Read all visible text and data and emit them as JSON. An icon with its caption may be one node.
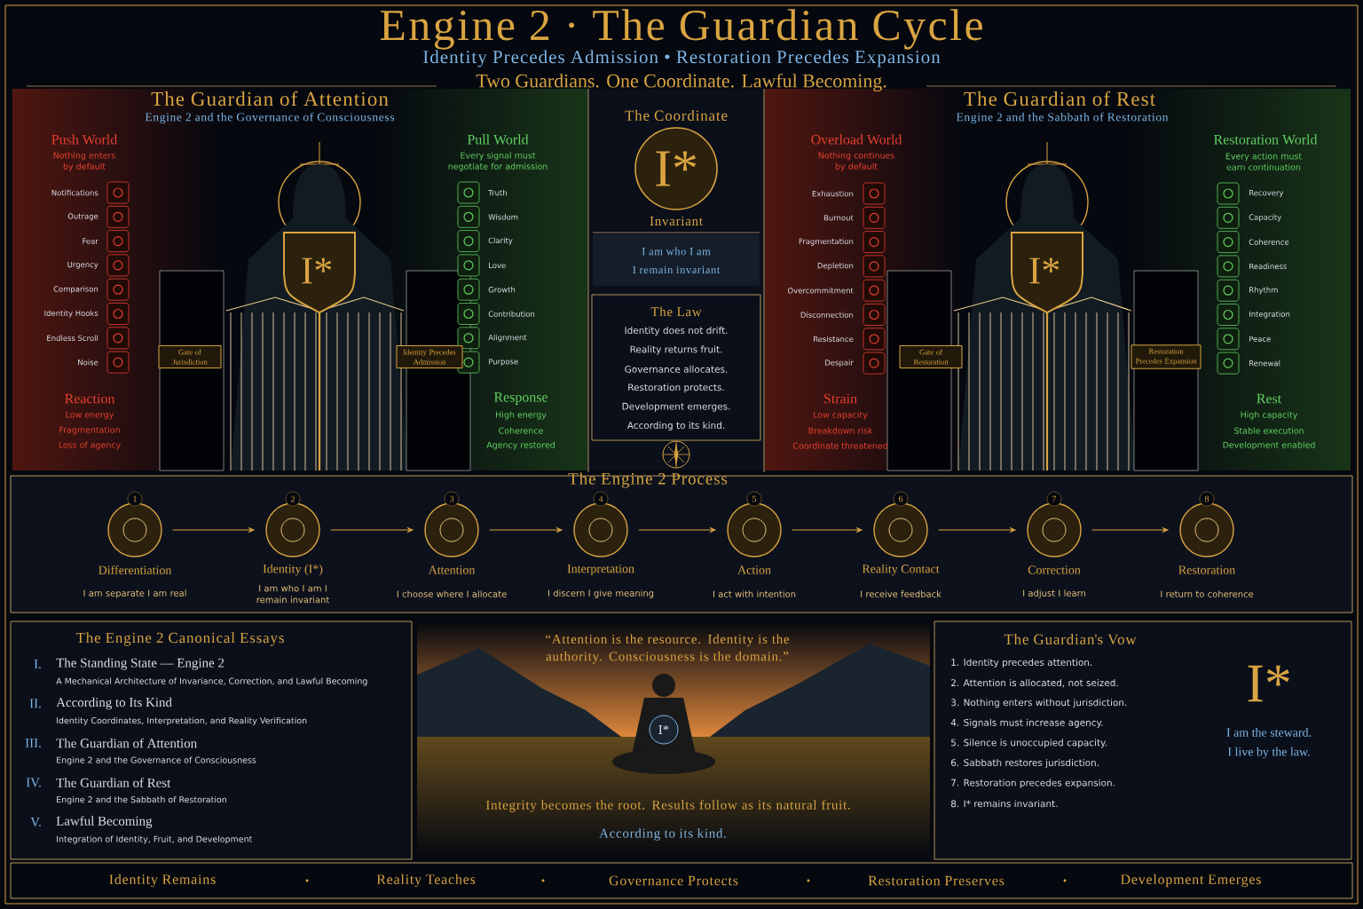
{
  "diagram": {
    "title": "Engine 2 · The Guardian Cycle",
    "nodes": [
      {
        "text": [
          "Gate of Jurisdiction"
        ]
      },
      {
        "text": [
          "Identity Precedes Admission"
        ]
      },
      {
        "text": [
          "I*"
        ],
        "beside": [
          "Invariant"
        ]
      },
      {
        "text": [
          "The Law",
          "Identity does not drift.",
          "Reality returns fruit.",
          "Governance allocates.",
          "Restoration protects.",
          "Development emerges.",
          "According to its kind."
        ]
      },
      {
        "text": [
          "Gate of Restoration"
        ]
      },
      {
        "text": [
          "Restoration Precedes Expansion"
        ]
      },
      {
        "text": [
          "Differentiation",
          "I am separate I am real"
        ],
        "beside": [
          "1"
        ]
      },
      {
        "text": [
          "Identity (I*)",
          "I am who I am I remain invariant"
        ],
        "beside": [
          "2"
        ]
      },
      {
        "text": [
          "Attention",
          "I choose where I allocate"
        ],
        "beside": [
          "3"
        ]
      },
      {
        "text": [
          "Interpretation",
          "I discern I give meaning"
        ],
        "beside": [
          "4"
        ]
      },
      {
        "text": [
          "Action",
          "I act with intention"
        ],
        "beside": [
          "5"
        ]
      },
      {
        "text": [
          "Reality Contact",
          "I receive feedback"
        ],
        "beside": [
          "6"
        ]
      },
      {
        "text": [
          "Correction",
          "I adjust I learn"
        ],
        "beside": [
          "7"
        ]
      },
      {
        "text": [
          "Restoration",
          "I return to coherence"
        ],
        "beside": [
          "8"
        ]
      },
      {
        "text": [
          "The Engine 2 Canonical Essays",
          "I.",
          "The Standing State — Engine 2",
          "A Mechanical Architecture of Invariance, Correction, and Lawful Becoming",
          "II.",
          "According to Its Kind",
          "Identity Coordinates, Interpretation, and Reality Verification",
          "III.",
          "The Guardian of Attention",
          "Engine 2 and the Governance of Consciousness",
          "IV.",
          "The Guardian of Rest",
          "Engine 2 and the Sabbath of Restoration",
          "V.",
          "Lawful Becoming",
          "Integration of Identity, Fruit, and Development"
        ]
      },
      {
        "text": [
          "The Guardian's Vow",
          "1. Identity precedes attention.",
          "2. Attention is allocated, not seized.",
          "3. Nothing enters without jurisdiction.",
          "4. Signals must increase agency.",
          "5. Silence is unoccupied capacity.",
          "6. Sabbath restores jurisdiction.",
          "7. Restoration precedes expansion.",
          "8. I* remains invariant.",
          "I*",
          "I am the steward.",
          "I live by the law."
        ]
      }
    ],
    "edges": [
      {
        "from": 6,
        "to": 7,
        "arrow": "to"
      },
      {
        "from": 7,
        "to": 8,
        "arrow": "to"
      },
      {
        "from": 8,
        "to": 9,
        "arrow": "to"
      },
      {
        "from": 9,
        "to": 10,
        "arrow": "to"
      },
      {
        "from": 10,
        "to": 11,
        "arrow": "to"
      },
      {
        "from": 11,
        "to": 12,
        "arrow": "to"
      },
      {
        "from": 12,
        "to": 13,
        "arrow": "to"
      }
    ],
    "labels": [
      "Identity Precedes Admission • Restoration Precedes Expansion",
      "Two Guardians. One Coordinate. Lawful Becoming.",
      "The Guardian of Attention",
      "Engine 2 and the Governance of Consciousness",
      "Push World",
      "Nothing enters by default",
      "Notifications",
      "Outrage",
      "Fear",
      "Urgency",
      "Comparison",
      "Identity Hooks",
      "Endless Scroll",
      "Noise",
      "Pull World",
      "Every signal must negotiate for admission",
      "Truth",
      "Wisdom",
      "Clarity",
      "Love",
      "Growth",
      "Contribution",
      "Alignment",
      "Purpose",
      "Reaction",
      "Low energy",
      "Fragmentation",
      "Loss of agency",
      "Response",
      "High energy",
      "Coherence",
      "Agency restored",
      "I*",
      "The Coordinate",
      "I am who I am",
      "I remain invariant",
      "The Guardian of Rest",
      "Engine 2 and the Sabbath of Restoration",
      "Overload World",
      "Nothing continues by default",
      "Exhaustion",
      "Burnout",
      "Fragmentation",
      "Depletion",
      "Overcommitment",
      "Disconnection",
      "Resistance",
      "Despair",
      "Restoration World",
      "Every action must earn continuation",
      "Recovery",
      "Capacity",
      "Coherence",
      "Readiness",
      "Rhythm",
      "Integration",
      "Peace",
      "Renewal",
      "Strain",
      "Low capacity",
      "Breakdown risk",
      "Coordinate threatened",
      "Rest",
      "High capacity",
      "Stable execution",
      "Development enabled",
      "I*",
      "The Engine 2 Process",
      "“Attention is the resource. Identity is the authority. Consciousness is the domain.”",
      "I*",
      "Integrity becomes the root. Results follow as its natural fruit.",
      "According to its kind.",
      "Identity Remains",
      "Reality Teaches",
      "Governance Protects",
      "Restoration Preserves",
      "Development Emerges"
    ]
  }
}
